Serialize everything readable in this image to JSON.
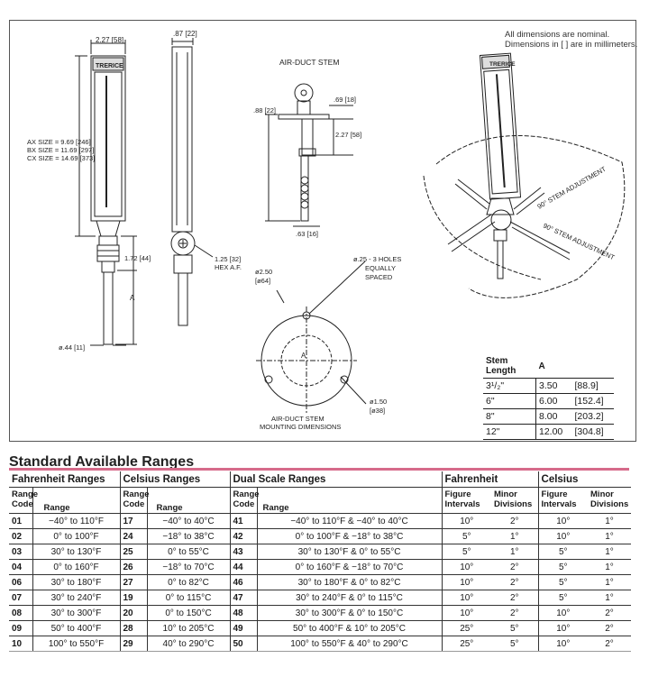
{
  "dimensions_note": [
    "All dimensions are nominal.",
    "Dimensions in [ ] are in millimeters."
  ],
  "left_diagram": {
    "width_dim": "2.27 [58]",
    "depth_dim": ".87 [22]",
    "brand": "TRERICE",
    "size_lines": [
      "AX SIZE = 9.69 [246]",
      "BX SIZE = 11.69 [297]",
      "CX SIZE = 14.69 [373]"
    ],
    "hex_height": "1.72 [44]",
    "stem_label": "A",
    "hex_note": [
      "1.25 [32]",
      "HEX A.F."
    ],
    "stem_dia": "ø.44 [11]"
  },
  "air_duct_stem": {
    "title": "AIR-DUCT STEM",
    "dim_top": ".69 [18]",
    "dim_left": ".88 [22]",
    "dim_mid": "2.27 [58]",
    "dim_bottom": ".63 [16]"
  },
  "mounting": {
    "title_lines": [
      "AIR-DUCT STEM",
      "MOUNTING DIMENSIONS"
    ],
    "outer_dia": [
      "ø2.50",
      "[ø64]"
    ],
    "holes_note": [
      "ø.25 - 3 HOLES",
      "EQUALLY",
      "SPACED"
    ],
    "inner_dia": [
      "ø1.50",
      "[ø38]"
    ],
    "center_label": "A"
  },
  "adjustable": {
    "brand": "TRERICE",
    "label1": "90° STEM ADJUSTMENT",
    "label2": "90° STEM ADJUSTMENT"
  },
  "stem_table": {
    "headers": [
      "Stem Length",
      "A"
    ],
    "rows": [
      [
        "3¹/₂\"",
        "3.50",
        "[88.9]"
      ],
      [
        "6\"",
        "6.00",
        "[152.4]"
      ],
      [
        "8\"",
        "8.00",
        "[203.2]"
      ],
      [
        "12\"",
        "12.00",
        "[304.8]"
      ]
    ]
  },
  "ranges": {
    "title": "Standard Available Ranges",
    "groups": [
      "Fahrenheit Ranges",
      "Celsius Ranges",
      "Dual Scale Ranges",
      "Fahrenheit",
      "Celsius"
    ],
    "sub": {
      "range_code": "Range Code",
      "range": "Range",
      "figure_intervals": "Figure Intervals",
      "minor_divisions": "Minor Divisions"
    },
    "rows": [
      {
        "f_code": "01",
        "f_range": "−40°  to  110°F",
        "c_code": "17",
        "c_range": "−40°  to  40°C",
        "d_code": "41",
        "d_range": "−40° to 110°F  &  −40°  to  40°C",
        "f_fig": "10°",
        "f_min": "2°",
        "c_fig": "10°",
        "c_min": "1°"
      },
      {
        "f_code": "02",
        "f_range": "0°  to  100°F",
        "c_code": "24",
        "c_range": "−18°  to  38°C",
        "d_code": "42",
        "d_range": "0° to 100°F  &  −18°  to  38°C",
        "f_fig": "5°",
        "f_min": "1°",
        "c_fig": "10°",
        "c_min": "1°"
      },
      {
        "f_code": "03",
        "f_range": "30°  to  130°F",
        "c_code": "25",
        "c_range": "0°  to  55°C",
        "d_code": "43",
        "d_range": "30° to 130°F  &  0°  to  55°C",
        "f_fig": "5°",
        "f_min": "1°",
        "c_fig": "5°",
        "c_min": "1°"
      },
      {
        "f_code": "04",
        "f_range": "0°  to  160°F",
        "c_code": "26",
        "c_range": "−18°  to  70°C",
        "d_code": "44",
        "d_range": "0° to 160°F  &  −18°  to  70°C",
        "f_fig": "10°",
        "f_min": "2°",
        "c_fig": "5°",
        "c_min": "1°"
      },
      {
        "f_code": "06",
        "f_range": "30°  to  180°F",
        "c_code": "27",
        "c_range": "0°  to  82°C",
        "d_code": "46",
        "d_range": "30° to 180°F  &  0°  to  82°C",
        "f_fig": "10°",
        "f_min": "2°",
        "c_fig": "5°",
        "c_min": "1°"
      },
      {
        "f_code": "07",
        "f_range": "30°  to  240°F",
        "c_code": "19",
        "c_range": "0°  to  115°C",
        "d_code": "47",
        "d_range": "30° to 240°F  &  0°  to  115°C",
        "f_fig": "10°",
        "f_min": "2°",
        "c_fig": "5°",
        "c_min": "1°"
      },
      {
        "f_code": "08",
        "f_range": "30°  to  300°F",
        "c_code": "20",
        "c_range": "0°  to  150°C",
        "d_code": "48",
        "d_range": "30° to 300°F  &  0°  to  150°C",
        "f_fig": "10°",
        "f_min": "2°",
        "c_fig": "10°",
        "c_min": "2°"
      },
      {
        "f_code": "09",
        "f_range": "50°  to  400°F",
        "c_code": "28",
        "c_range": "10°  to  205°C",
        "d_code": "49",
        "d_range": "50° to 400°F  &  10°  to  205°C",
        "f_fig": "25°",
        "f_min": "5°",
        "c_fig": "10°",
        "c_min": "2°"
      },
      {
        "f_code": "10",
        "f_range": "100°  to  550°F",
        "c_code": "29",
        "c_range": "40°  to  290°C",
        "d_code": "50",
        "d_range": "100° to 550°F  &  40°  to  290°C",
        "f_fig": "25°",
        "f_min": "5°",
        "c_fig": "10°",
        "c_min": "2°"
      }
    ]
  }
}
